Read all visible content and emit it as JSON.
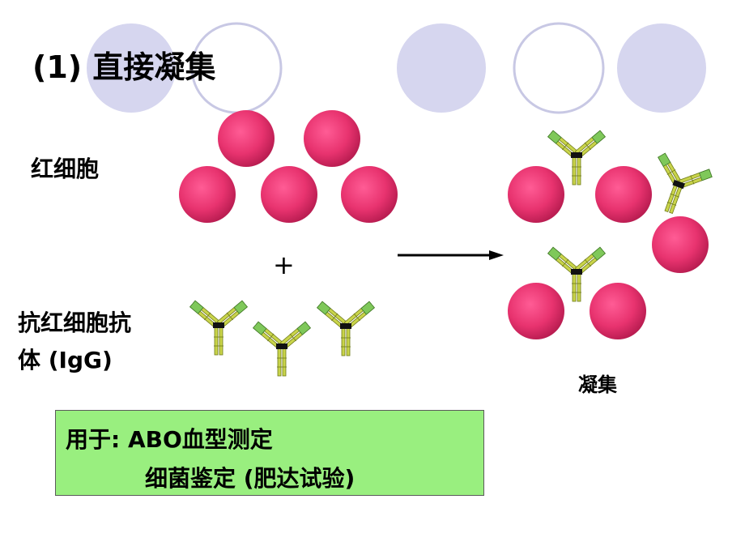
{
  "title": "(1) 直接凝集",
  "labels": {
    "red_cell": "红细胞",
    "antibody_line1": "抗红细胞抗",
    "antibody_line2": "体 (IgG)",
    "plus": "+",
    "agglutination": "凝集"
  },
  "usage": {
    "line1": "用于: ABO血型测定",
    "line2": "细菌鉴定 (肥达试验)"
  },
  "colors": {
    "red_cell": "#e8336f",
    "usage_box": "#99ef7f",
    "deco_circle": "#d6d6ef",
    "antibody": "#b5c63a"
  }
}
